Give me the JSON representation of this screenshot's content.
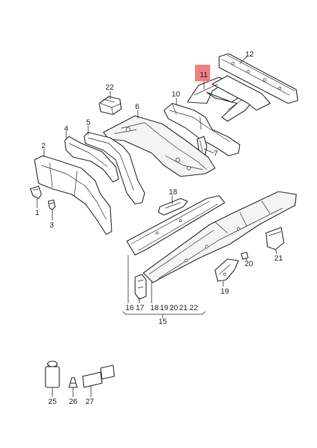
{
  "highlight_color": "#f08080",
  "callouts": {
    "c1": "1",
    "c2": "2",
    "c3": "3",
    "c4": "4",
    "c5": "5",
    "c6": "6",
    "c7": "7",
    "c10": "10",
    "c11": "11",
    "c12": "12",
    "c15": "15",
    "c16": "16",
    "c17": "17",
    "c18a": "18",
    "c18b": "18",
    "c19a": "19",
    "c19b": "19",
    "c20a": "20",
    "c20b": "20",
    "c21a": "21",
    "c21b": "21",
    "c22a": "22",
    "c22b": "22",
    "c25": "25",
    "c26": "26",
    "c27": "27"
  }
}
